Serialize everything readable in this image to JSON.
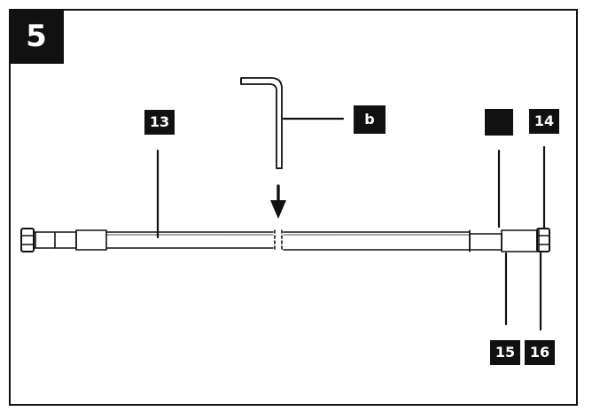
{
  "step": {
    "number": "5"
  },
  "callouts": {
    "part_13": "13",
    "tool_b": "b",
    "blank": "",
    "part_14": "14",
    "part_15": "15",
    "part_16": "16"
  },
  "colors": {
    "ink": "#111111",
    "label_text": "#ffffff",
    "background": "#ffffff"
  },
  "icons": {
    "tool": "hex-key-icon",
    "direction": "arrow-down-icon"
  }
}
